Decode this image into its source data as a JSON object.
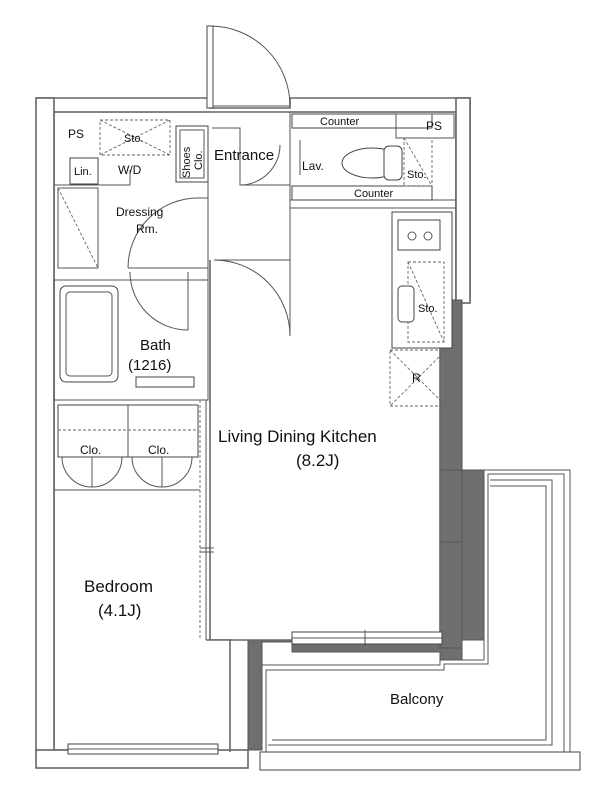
{
  "plan": {
    "rooms": {
      "ps_left": "PS",
      "ps_right": "PS",
      "storage_wd": "Sto.",
      "wd": "W/D",
      "linen": "Lin.",
      "shoes": "Shoes",
      "shoes_clo": "Clo.",
      "entrance": "Entrance",
      "counter_top": "Counter",
      "counter_bottom": "Counter",
      "lav": "Lav.",
      "storage_toilet": "Sto.",
      "dressing_1": "Dressing",
      "dressing_2": "Rm.",
      "bath": "Bath",
      "bath_size": "(1216)",
      "storage_kitchen": "Sto.",
      "fridge": "R",
      "closet_1": "Clo.",
      "closet_2": "Clo.",
      "ldk": "Living Dining Kitchen",
      "ldk_size": "(8.2J)",
      "bedroom": "Bedroom",
      "bedroom_size": "(4.1J)",
      "balcony": "Balcony"
    },
    "colors": {
      "wall_outline": "#666666",
      "structure_fill": "#6f6f6f",
      "background": "#ffffff"
    }
  }
}
